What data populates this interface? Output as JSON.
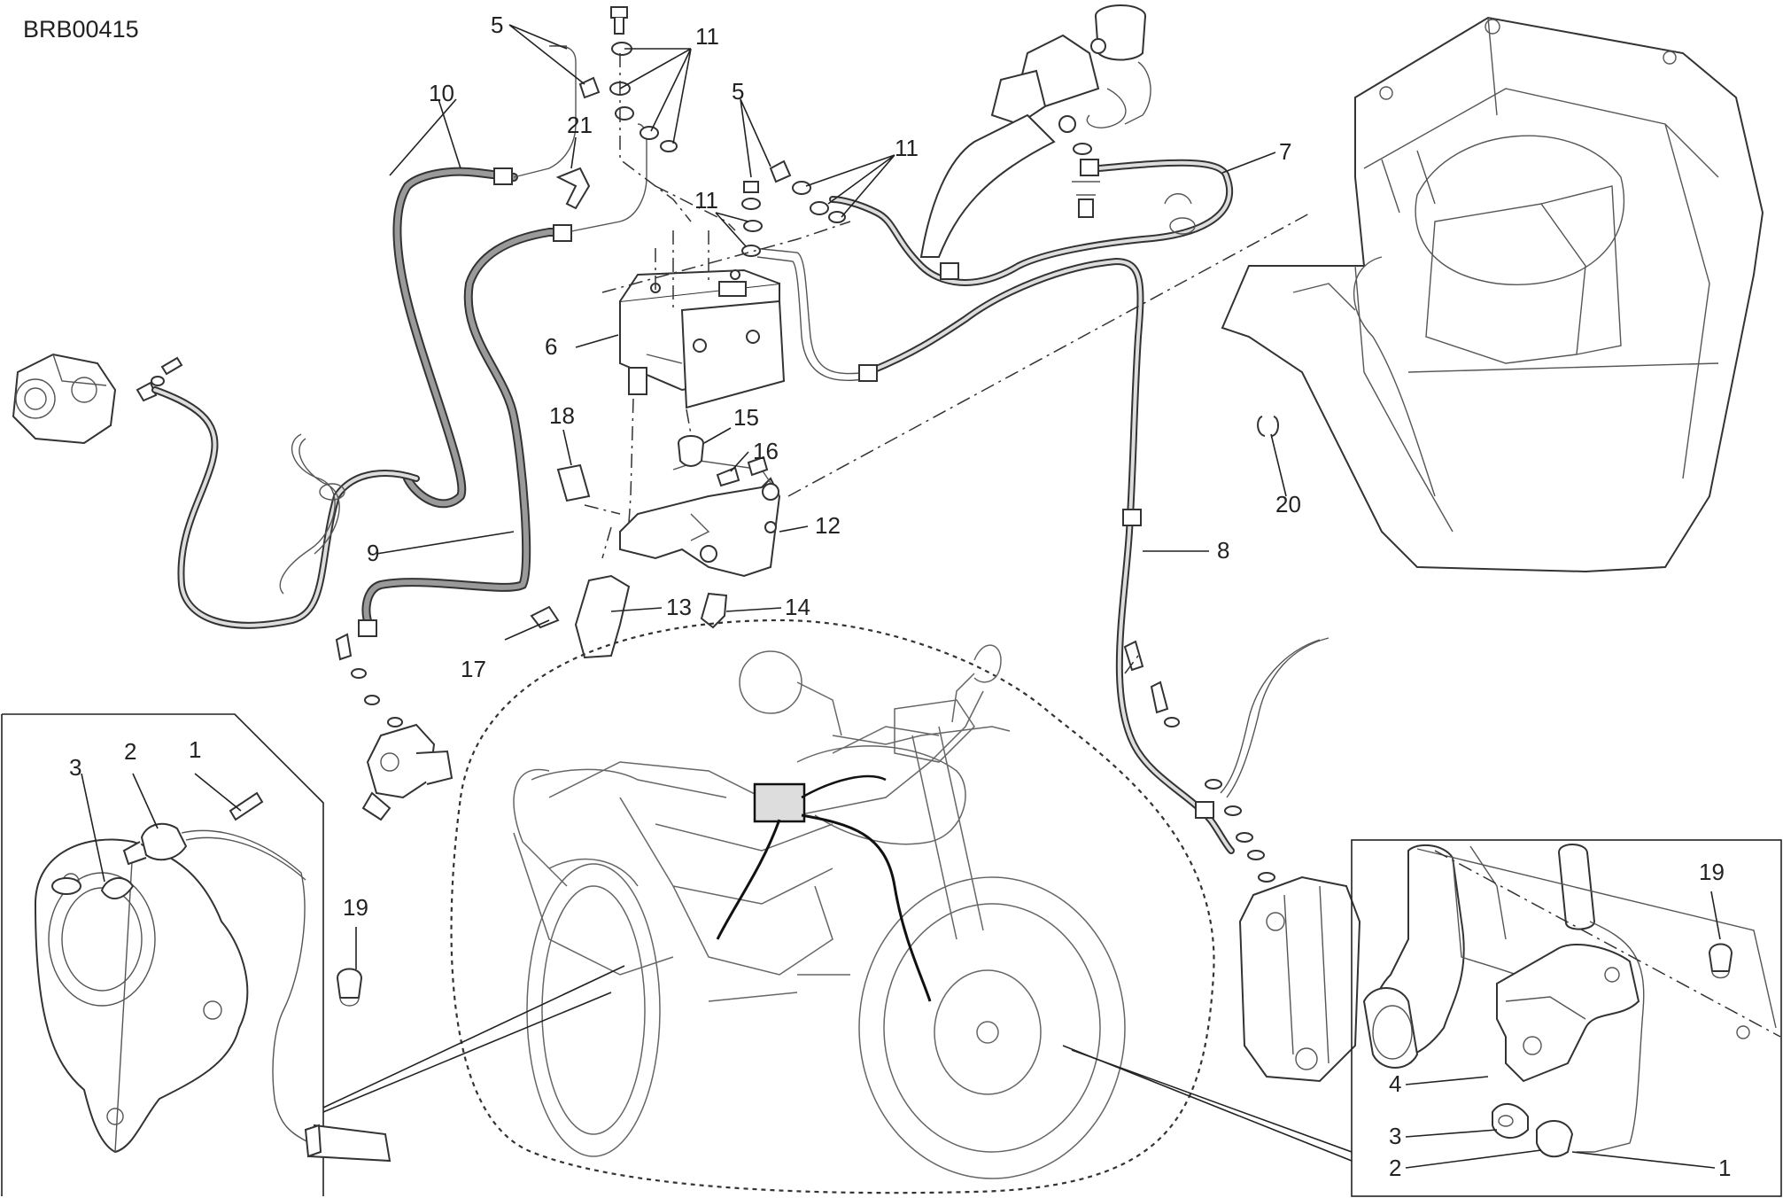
{
  "diagram_code": "BRB00415",
  "callouts": {
    "c1_left": "1",
    "c2_left": "2",
    "c3_left": "3",
    "c5_top": "5",
    "c5_mid": "5",
    "c6": "6",
    "c7": "7",
    "c8": "8",
    "c9": "9",
    "c10": "10",
    "c11_top": "11",
    "c11_right": "11",
    "c11_mid": "11",
    "c12": "12",
    "c13": "13",
    "c14": "14",
    "c15": "15",
    "c16": "16",
    "c17": "17",
    "c18": "18",
    "c19_left": "19",
    "c19_right": "19",
    "c20": "20",
    "c21": "21",
    "c1_right": "1",
    "c2_right": "2",
    "c3_right": "3",
    "c4_right": "4"
  }
}
